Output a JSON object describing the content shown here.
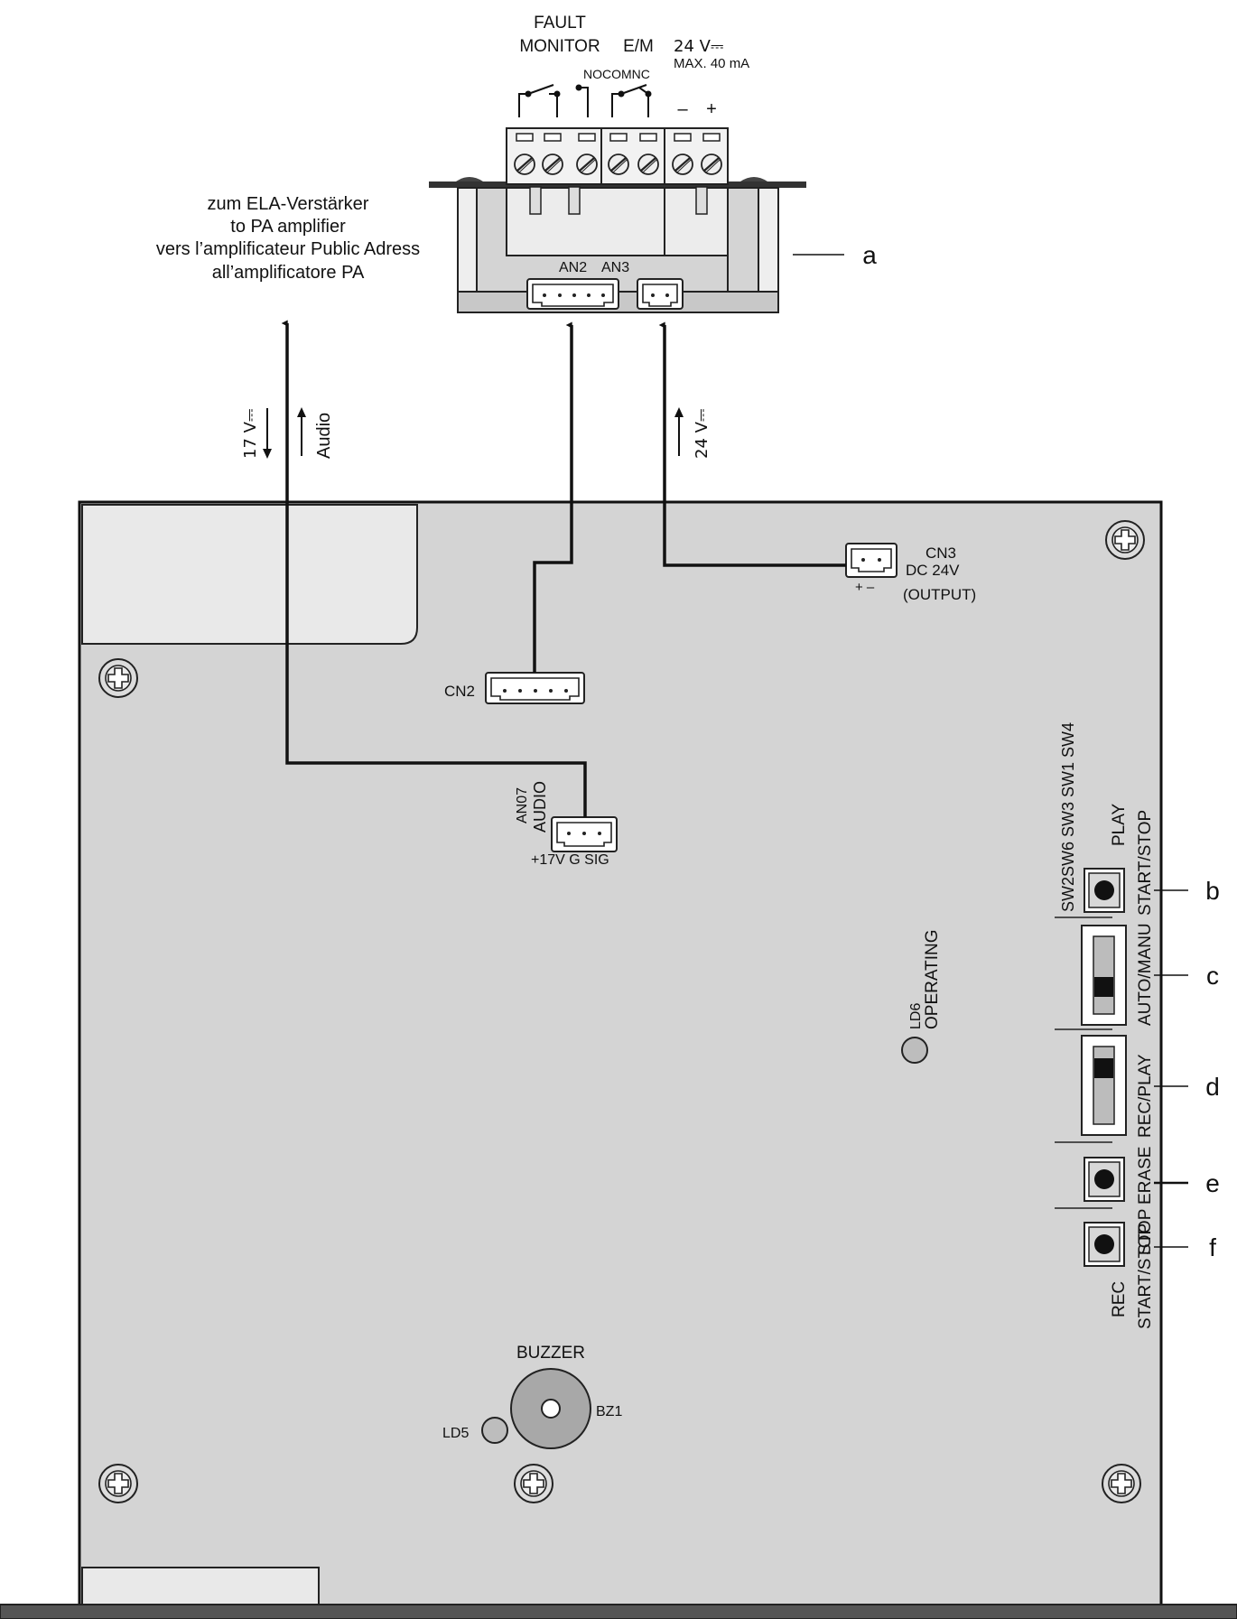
{
  "terminal_block": {
    "fault_monitor_line1": "FAULT",
    "fault_monitor_line2": "MONITOR",
    "em_label": "E/M",
    "voltage_label": "24 V⎓",
    "max_current": "MAX. 40 mA",
    "contacts": "NOCOMNC",
    "minus": "–",
    "plus": "+",
    "an2": "AN2",
    "an3": "AN3"
  },
  "amplifier_text": {
    "de": "zum ELA-Verstärker",
    "en": "to PA amplifier",
    "fr": "vers l’amplificateur Public Adress",
    "it": "all’amplificatore PA"
  },
  "wires": {
    "v17": "17 V⎓",
    "audio": "Audio",
    "v24": "24 V⎓"
  },
  "board": {
    "cn3_title": "CN3",
    "cn3_dc": "DC  24V",
    "cn3_polarity": "+ –",
    "cn3_output": "(OUTPUT)",
    "cn2": "CN2",
    "an07": "AN07",
    "audio": "AUDIO",
    "audio_pins": "+17V  G SIG",
    "ld6": "LD6",
    "operating": "OPERATING",
    "buzzer": "BUZZER",
    "bz1": "BZ1",
    "ld5": "LD5"
  },
  "switches": {
    "sw_header_1": "SW2SW6  SW3  SW1  SW4",
    "play_line1": "PLAY",
    "play_line2": "START/STOP",
    "auto_manu": "AUTO/MANU",
    "rec_play": "REC/PLAY",
    "erase": "ERASE",
    "stop": "STOP",
    "rec_line1": "REC",
    "rec_line2": "START/STOP"
  },
  "callouts": {
    "a": "a",
    "b": "b",
    "c": "c",
    "d": "d",
    "e": "e",
    "f": "f"
  }
}
